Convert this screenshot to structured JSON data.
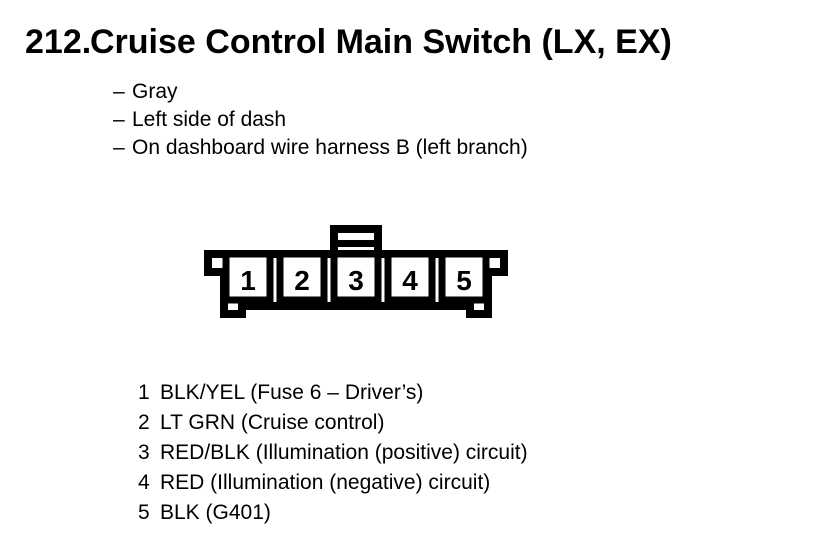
{
  "colors": {
    "ink": "#000000",
    "background": "#ffffff"
  },
  "header": {
    "number": "212.",
    "title": "Cruise Control Main Switch (LX, EX)"
  },
  "notes": {
    "bullet": "–",
    "items": [
      "Gray",
      "Left side of dash",
      "On dashboard wire harness B (left branch)"
    ]
  },
  "connector": {
    "pins": [
      "1",
      "2",
      "3",
      "4",
      "5"
    ]
  },
  "pin_list": {
    "rows": [
      {
        "pin": "1",
        "desc": "BLK/YEL (Fuse 6 – Driver’s)"
      },
      {
        "pin": "2",
        "desc": "LT GRN (Cruise control)"
      },
      {
        "pin": "3",
        "desc": "RED/BLK (Illumination (positive) circuit)"
      },
      {
        "pin": "4",
        "desc": "RED (Illumination (negative) circuit)"
      },
      {
        "pin": "5",
        "desc": "BLK (G401)"
      }
    ]
  }
}
